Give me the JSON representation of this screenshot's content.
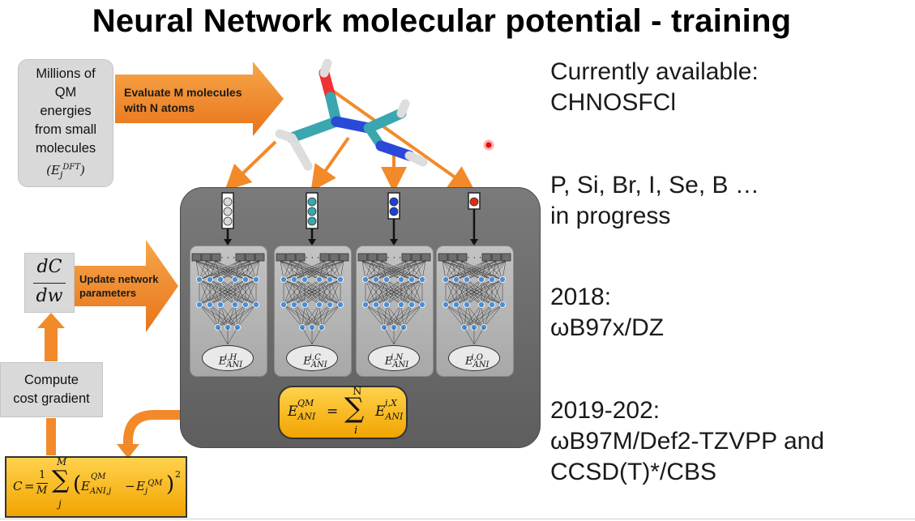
{
  "title": "Neural Network molecular potential - training",
  "left": {
    "qm_box_lines": [
      "Millions of",
      "QM",
      "energies",
      "from small",
      "molecules"
    ],
    "qm_box_symbol": "(E",
    "qm_box_symbol_sub": "j",
    "qm_box_symbol_sup": "DFT",
    "evaluate_arrow_lines": [
      "Evaluate M molecules",
      "with N atoms"
    ],
    "dcdw_numerator": "dC",
    "dcdw_denominator": "dw",
    "update_arrow_lines": [
      "Update network",
      "parameters"
    ],
    "gradient_box_lines": [
      "Compute",
      "cost gradient"
    ]
  },
  "network": {
    "energies": [
      {
        "sup": "i,H",
        "sub": "ANI"
      },
      {
        "sup": "i,C",
        "sub": "ANI"
      },
      {
        "sup": "i,N",
        "sub": "ANI"
      },
      {
        "sup": "i,O",
        "sub": "ANI"
      }
    ],
    "atom_colors": [
      "#d8d8d8",
      "#3aa6b0",
      "#1f3fd1",
      "#e02a10"
    ],
    "sum_formula": {
      "lhs": "E",
      "lhs_sup": "QM",
      "lhs_sub": "ANI",
      "upper": "N",
      "lower": "i",
      "rhs": "E",
      "rhs_sup": "i,X",
      "rhs_sub": "ANI"
    },
    "cost_formula": {
      "lhs": "C",
      "frac_num": "1",
      "frac_den": "M",
      "upper": "M",
      "lower": "j",
      "term1_sup": "QM",
      "term1_sub": "ANI,j",
      "term2_sub": "j",
      "term2_sup": "QM",
      "power": "2"
    }
  },
  "right": {
    "block1": [
      "Currently available:",
      "CHNOSFCl"
    ],
    "block2": [
      "P, Si, Br, I, Se, B …",
      "in progress"
    ],
    "block3": [
      "2018:",
      "ωB97x/DZ"
    ],
    "block4": [
      "2019-202:",
      "ωB97M/Def2-TZVPP and",
      "CCSD(T)*/CBS"
    ]
  },
  "colors": {
    "arrow_orange": "#f28a2a",
    "formula_yellow": "#f7b719",
    "panel_gray": "#6b6b6b",
    "node_blue": "#4b8fd6"
  }
}
